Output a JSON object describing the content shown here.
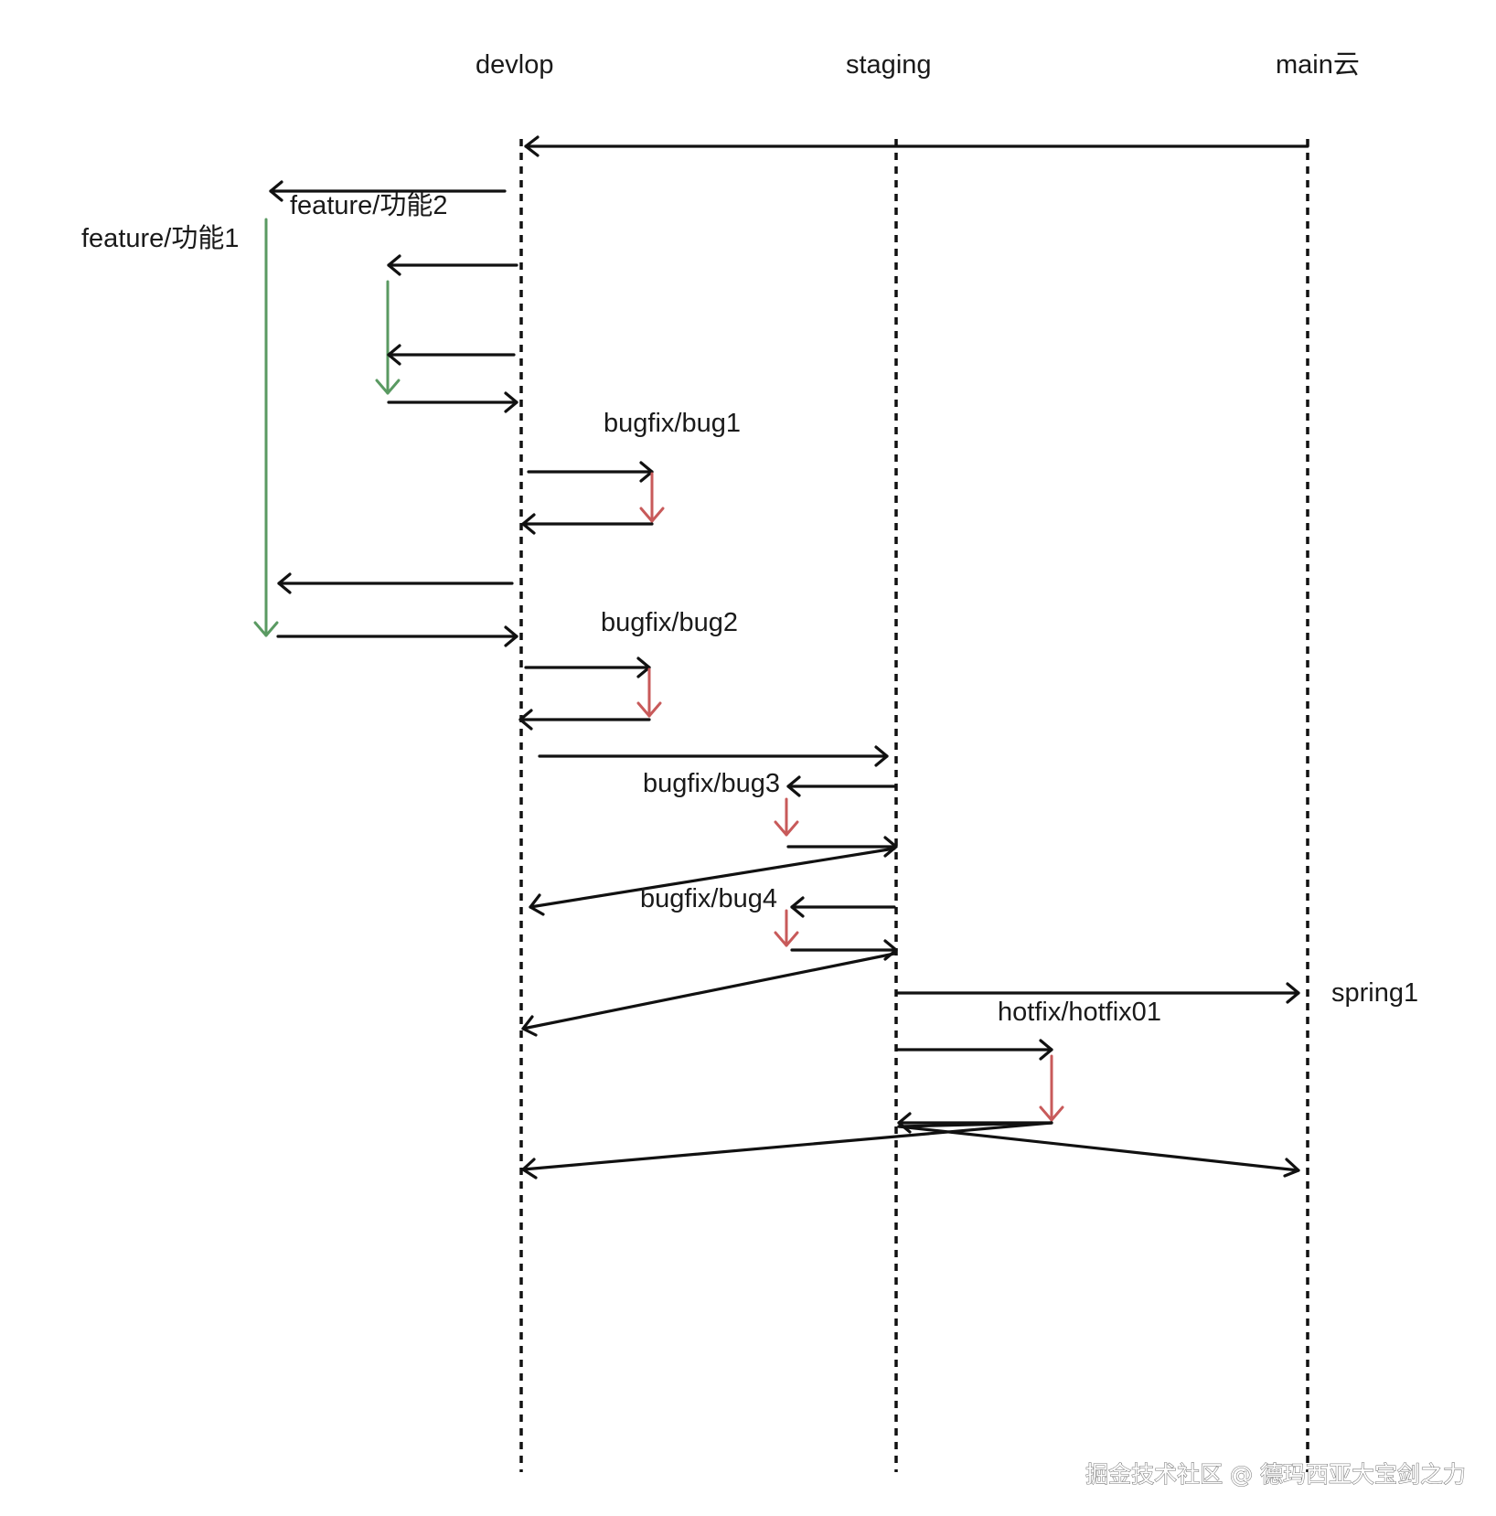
{
  "lanes": {
    "develop": "devlop",
    "staging": "staging",
    "main": "main云"
  },
  "branches": {
    "feature1": "feature/功能1",
    "feature2": "feature/功能2",
    "bug1": "bugfix/bug1",
    "bug2": "bugfix/bug2",
    "bug3": "bugfix/bug3",
    "bug4": "bugfix/bug4",
    "hotfix": "hotfix/hotfix01"
  },
  "release": {
    "tag": "spring1"
  },
  "watermark": "掘金技术社区 @ 德玛西亚大宝剑之力",
  "colors": {
    "flow": "#111111",
    "feature": "#5a9a62",
    "fix": "#c85a5a"
  }
}
